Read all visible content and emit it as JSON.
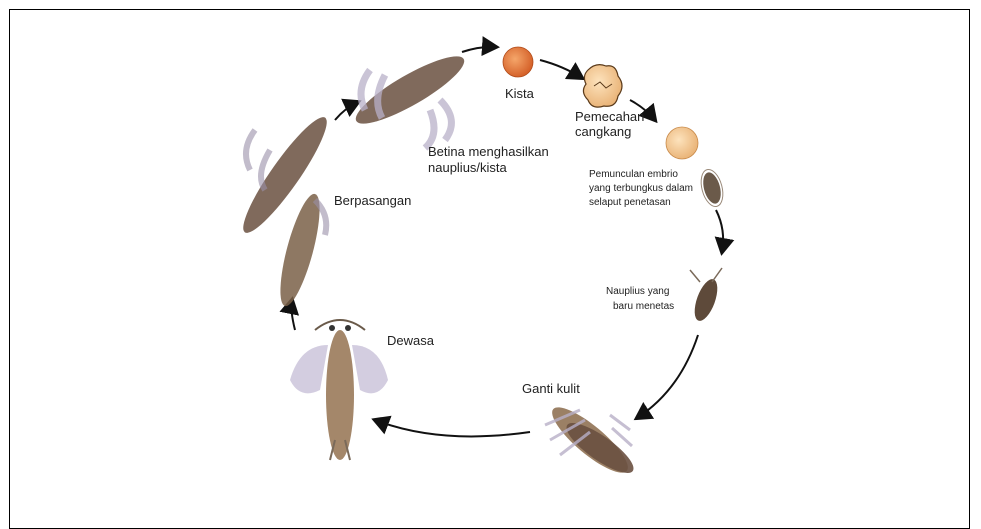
{
  "stages": {
    "kista": "Kista",
    "pemecahan_line1": "Pemecahan",
    "pemecahan_line2": "cangkang",
    "pemunculan_line1": "Pemunculan embrio",
    "pemunculan_line2": "yang terbungkus dalam",
    "pemunculan_line3": "selaput penetasan",
    "nauplius_line1": "Nauplius yang",
    "nauplius_line2": "baru menetas",
    "ganti_kulit": "Ganti kulit",
    "dewasa": "Dewasa",
    "berpasangan": "Berpasangan",
    "betina_line1": "Betina menghasilkan",
    "betina_line2": "nauplius/kista"
  },
  "colors": {
    "cyst": "#e07a3a",
    "shell": "#f3c98f",
    "shrimp": "#8a6a4a",
    "legs": "#b8b0c8",
    "arrow": "#111111"
  }
}
